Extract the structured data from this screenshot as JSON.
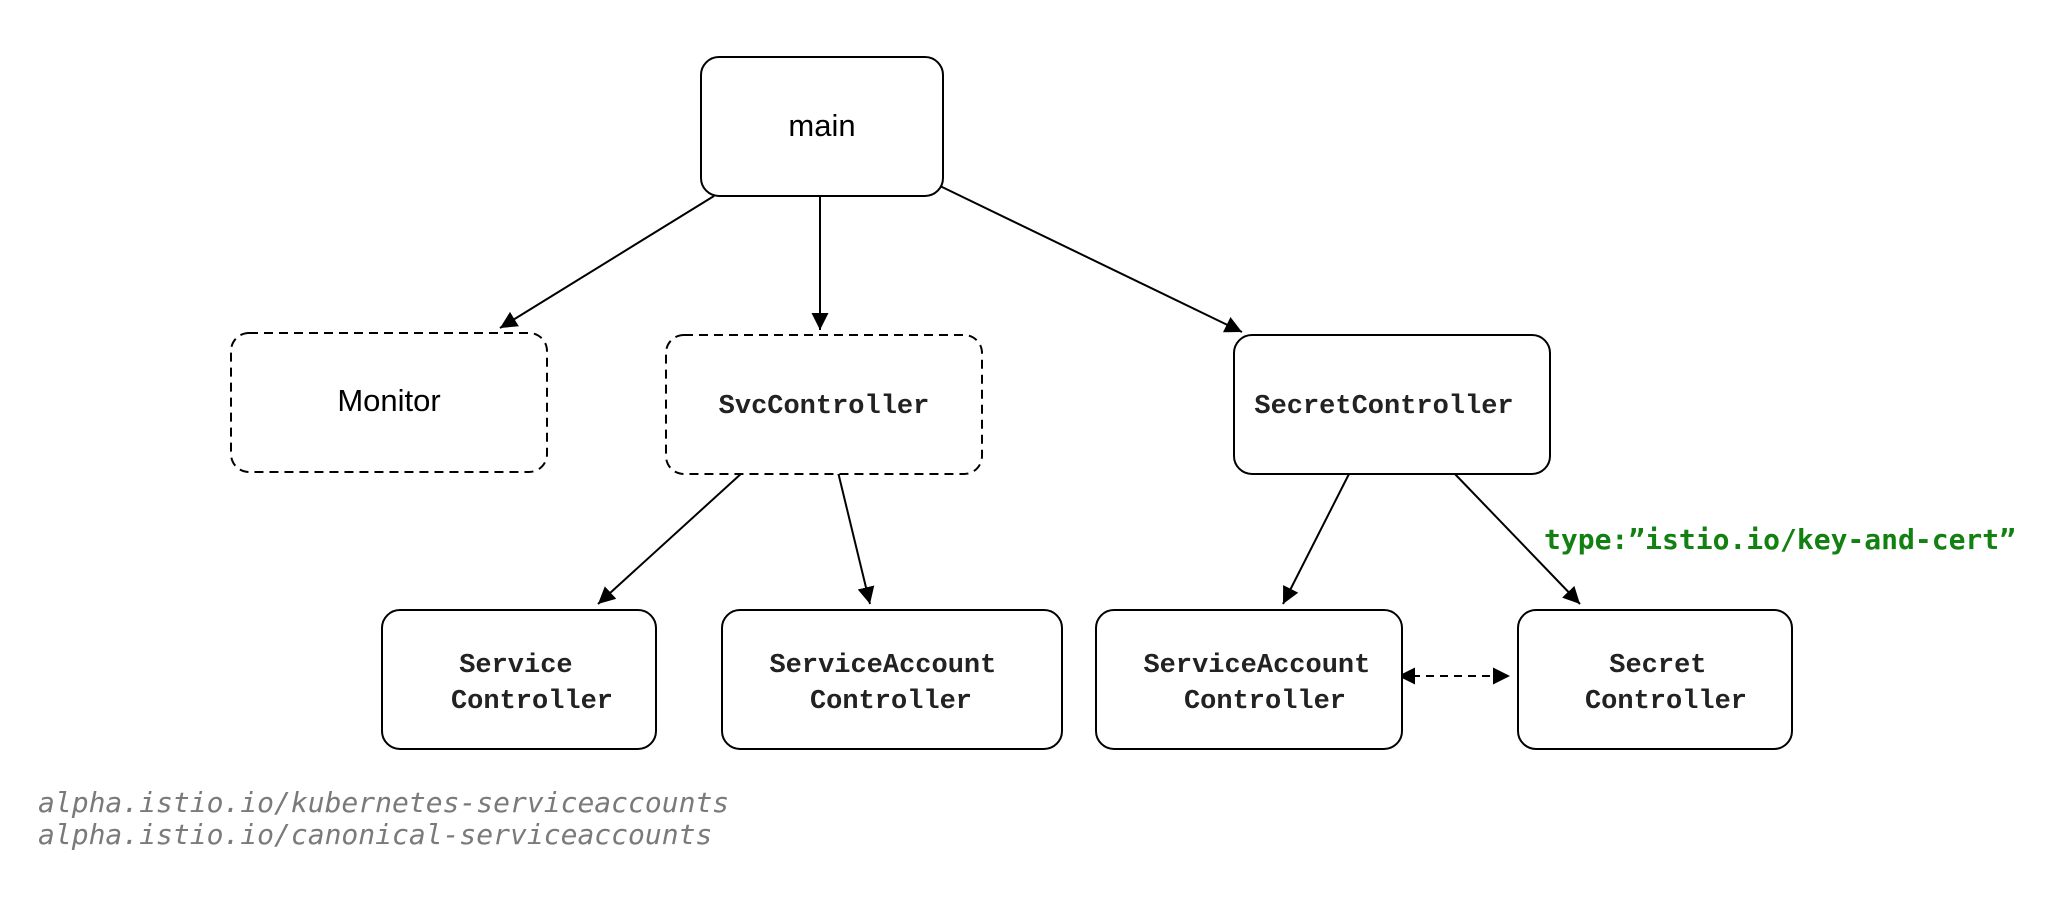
{
  "nodes": {
    "main": {
      "label": "main",
      "style": "solid"
    },
    "monitor": {
      "label": "Monitor",
      "style": "dashed"
    },
    "svc_controller": {
      "label": "SvcController",
      "style": "dashed"
    },
    "secret_controller": {
      "label": "SecretController",
      "style": "solid"
    },
    "service_controller": {
      "lines": [
        "Service",
        "Controller"
      ],
      "style": "solid"
    },
    "serviceaccount_controller_left": {
      "lines": [
        "ServiceAccount",
        "Controller"
      ],
      "style": "solid"
    },
    "serviceaccount_controller_right": {
      "lines": [
        "ServiceAccount",
        "Controller"
      ],
      "style": "solid"
    },
    "secret_controller_leaf": {
      "lines": [
        "Secret",
        "Controller"
      ],
      "style": "solid"
    }
  },
  "edges": [
    {
      "from": "main",
      "to": "monitor",
      "style": "solid"
    },
    {
      "from": "main",
      "to": "svc_controller",
      "style": "solid"
    },
    {
      "from": "main",
      "to": "secret_controller",
      "style": "solid"
    },
    {
      "from": "svc_controller",
      "to": "service_controller",
      "style": "solid"
    },
    {
      "from": "svc_controller",
      "to": "serviceaccount_controller_left",
      "style": "solid"
    },
    {
      "from": "secret_controller",
      "to": "serviceaccount_controller_right",
      "style": "solid"
    },
    {
      "from": "secret_controller",
      "to": "secret_controller_leaf",
      "style": "solid",
      "label": "type:”istio.io/key-and-cert”"
    },
    {
      "from": "serviceaccount_controller_right",
      "to": "secret_controller_leaf",
      "style": "dashed",
      "bidirectional": true
    }
  ],
  "edge_label_color": "#128112",
  "footnotes": [
    "alpha.istio.io/kubernetes-serviceaccounts",
    "alpha.istio.io/canonical-serviceaccounts"
  ]
}
